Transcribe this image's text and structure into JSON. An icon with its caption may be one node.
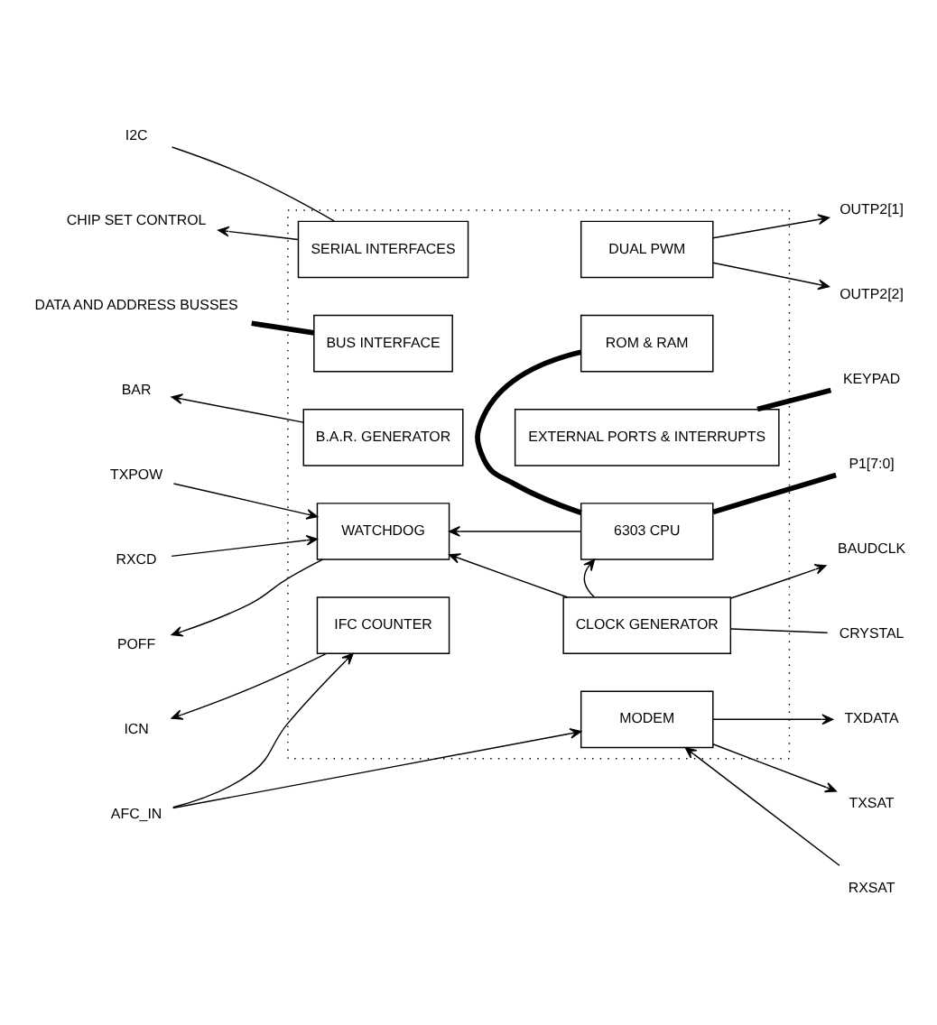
{
  "diagram": {
    "nodes": [
      {
        "text": [],
        "shape": "box"
      },
      {
        "text": [
          "SERIAL INTERFACES"
        ],
        "in": 0
      },
      {
        "text": [
          "DUAL PWM"
        ],
        "in": 0
      },
      {
        "text": [
          "BUS INTERFACE"
        ],
        "in": 0
      },
      {
        "text": [
          "EXTERNAL PORTS & INTERRUPTS"
        ],
        "in": 0
      },
      {
        "text": [
          "ROM & RAM"
        ],
        "in": 0
      },
      {
        "text": [
          "B.A.R. GENERATOR"
        ],
        "in": 0
      },
      {
        "text": [
          "6303 CPU"
        ],
        "in": 0
      },
      {
        "text": [
          "WATCHDOG"
        ],
        "in": 0
      },
      {
        "text": [
          "CLOCK GENERATOR"
        ],
        "in": 0
      },
      {
        "text": [
          "IFC COUNTER"
        ],
        "in": 0
      },
      {
        "text": [
          "MODEM"
        ],
        "in": 0
      },
      {
        "text": [
          "I2C"
        ]
      },
      {
        "text": [
          "CHIP SET CONTROL"
        ]
      },
      {
        "text": [
          "DATA AND ADDRESS BUSSES"
        ]
      },
      {
        "text": [
          "OUTP2[1]"
        ]
      },
      {
        "text": [
          "OUTP2[2]"
        ]
      },
      {
        "text": [
          "KEYPAD"
        ]
      },
      {
        "text": [
          "BAR"
        ]
      },
      {
        "text": [
          "P1[7:0]"
        ]
      },
      {
        "text": [
          "BAUDCLK"
        ]
      },
      {
        "text": [
          "TXPOW"
        ]
      },
      {
        "text": [
          "RXCD"
        ]
      },
      {
        "text": [
          "POFF"
        ]
      },
      {
        "text": [
          "CRYSTAL"
        ]
      },
      {
        "text": [
          "ICN"
        ]
      },
      {
        "text": [
          "AFC_IN"
        ]
      },
      {
        "text": [
          "TXDATA"
        ]
      },
      {
        "text": [
          "TXSAT"
        ]
      },
      {
        "text": [
          "RXSAT"
        ]
      }
    ],
    "edges": [
      {
        "from": 12,
        "to": 1,
        "arrow": "none"
      },
      {
        "from": 1,
        "to": 13,
        "arrow": "to"
      },
      {
        "from": 14,
        "to": 3,
        "arrow": "none",
        "style": "thick"
      },
      {
        "from": 2,
        "to": 15,
        "arrow": "to"
      },
      {
        "from": 2,
        "to": 16,
        "arrow": "to"
      },
      {
        "from": 4,
        "to": 17,
        "arrow": "none",
        "style": "thick"
      },
      {
        "from": 5,
        "to": 7,
        "arrow": "none",
        "style": "thick"
      },
      {
        "from": 6,
        "to": 18,
        "arrow": "to"
      },
      {
        "from": 7,
        "to": 19,
        "arrow": "none",
        "style": "thick"
      },
      {
        "from": 9,
        "to": 7,
        "arrow": "to"
      },
      {
        "from": 9,
        "to": 20,
        "arrow": "to"
      },
      {
        "from": 7,
        "to": 8,
        "arrow": "to"
      },
      {
        "from": 9,
        "to": 8,
        "arrow": "to"
      },
      {
        "from": 21,
        "to": 8,
        "arrow": "to"
      },
      {
        "from": 22,
        "to": 8,
        "arrow": "to"
      },
      {
        "from": 8,
        "to": 23,
        "arrow": "to"
      },
      {
        "from": 9,
        "to": 24,
        "arrow": "none"
      },
      {
        "from": 10,
        "to": 25,
        "arrow": "to"
      },
      {
        "from": 26,
        "to": 10,
        "arrow": "to"
      },
      {
        "from": 26,
        "to": 11,
        "arrow": "to"
      },
      {
        "from": 11,
        "to": 27,
        "arrow": "to"
      },
      {
        "from": 11,
        "to": 28,
        "arrow": "to"
      },
      {
        "from": 29,
        "to": 11,
        "arrow": "to"
      }
    ]
  }
}
